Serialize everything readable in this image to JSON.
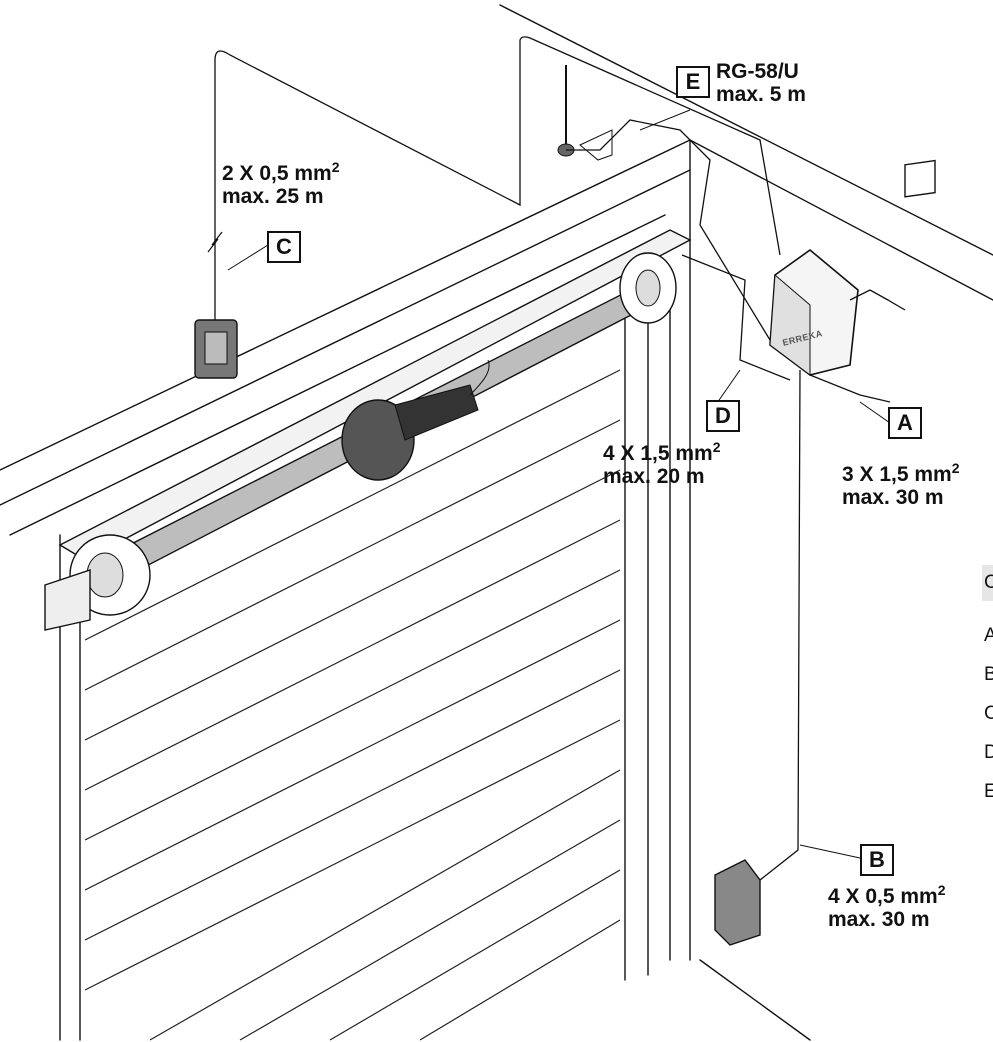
{
  "labels": {
    "A": "A",
    "B": "B",
    "C": "C",
    "D": "D",
    "E": "E"
  },
  "specs": {
    "E": {
      "line1": "RG-58/U",
      "line2": "max. 5 m"
    },
    "C": {
      "line1_prefix": "2 X 0,5 mm",
      "line1_sup": "2",
      "line2": "max. 25 m"
    },
    "A": {
      "line1_prefix": "3 X 1,5 mm",
      "line1_sup": "2",
      "line2": "max. 30 m"
    },
    "D": {
      "line1_prefix": "4 X 1,5 mm",
      "line1_sup": "2",
      "line2": "max. 20 m"
    },
    "B": {
      "line1_prefix": "4 X 0,5 mm",
      "line1_sup": "2",
      "line2": "max. 30 m"
    }
  },
  "brand": "ERREKA",
  "legend": {
    "header": "C",
    "items": [
      "A",
      "B",
      "C",
      "D",
      "E"
    ]
  }
}
